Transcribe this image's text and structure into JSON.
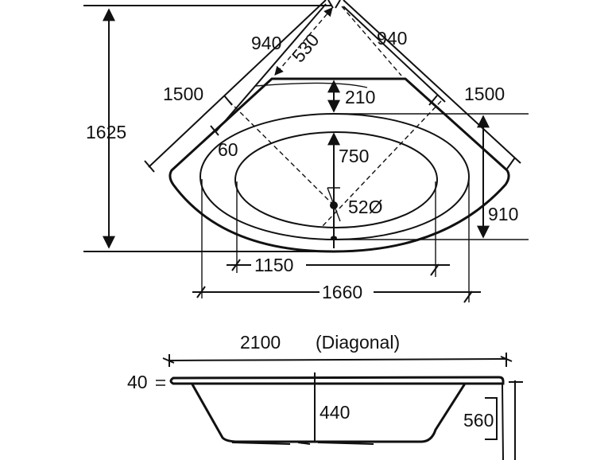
{
  "plan_view": {
    "height_total": "1625",
    "side_left_inner": "940",
    "side_right_inner": "940",
    "corner_depth": "530",
    "side_left_outer": "1500",
    "side_right_outer": "1500",
    "rim_depth": "210",
    "rim_offset": "60",
    "basin_length": "750",
    "drain_diameter": "52Ø",
    "drain_offset": "910",
    "basin_width": "1150",
    "overall_width": "1660"
  },
  "section_view": {
    "diagonal_length": "2100",
    "diagonal_label": "(Diagonal)",
    "rim_thickness": "40",
    "inner_depth": "440",
    "skirt_height": "560"
  }
}
